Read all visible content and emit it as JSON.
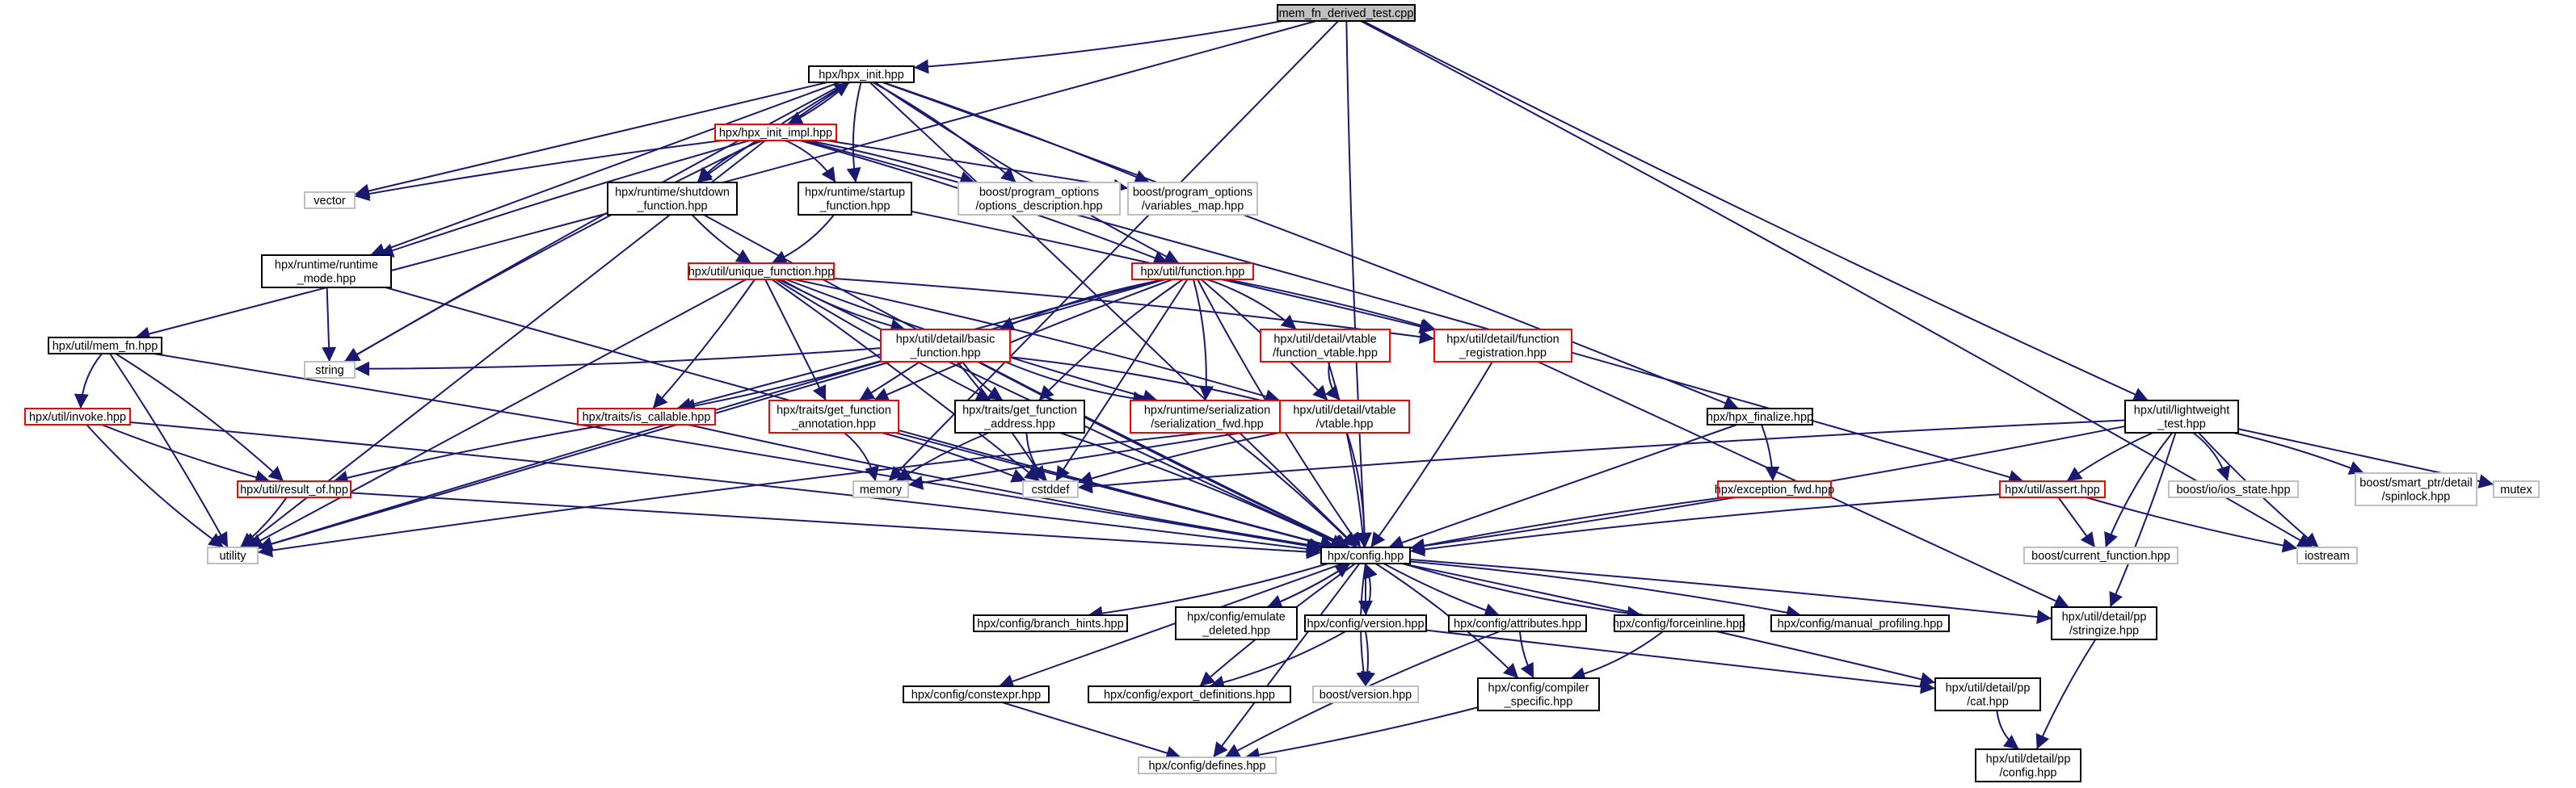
{
  "title": "mem_fn_derived_test.cpp",
  "colors": {
    "edge": "#191970",
    "root_fill": "#bfbfbf",
    "normal_border": "#000000",
    "incomplete_border": "#ff0000",
    "external_border": "#bfbfbf"
  },
  "nodes": [
    {
      "id": "root",
      "style": "root",
      "lines": [
        "mem_fn_derived_test.cpp"
      ]
    },
    {
      "id": "hpx_init",
      "style": "normal",
      "lines": [
        "hpx/hpx_init.hpp"
      ]
    },
    {
      "id": "hpx_init_impl",
      "style": "incomplete",
      "lines": [
        "hpx/hpx_init_impl.hpp"
      ]
    },
    {
      "id": "vector",
      "style": "external",
      "lines": [
        "vector"
      ]
    },
    {
      "id": "shutdown_function",
      "style": "normal",
      "lines": [
        "hpx/runtime/shutdown",
        "_function.hpp"
      ]
    },
    {
      "id": "startup_function",
      "style": "normal",
      "lines": [
        "hpx/runtime/startup",
        "_function.hpp"
      ]
    },
    {
      "id": "options_description",
      "style": "external",
      "lines": [
        "boost/program_options",
        "/options_description.hpp"
      ]
    },
    {
      "id": "variables_map",
      "style": "external",
      "lines": [
        "boost/program_options",
        "/variables_map.hpp"
      ]
    },
    {
      "id": "runtime_mode",
      "style": "normal",
      "lines": [
        "hpx/runtime/runtime",
        "_mode.hpp"
      ]
    },
    {
      "id": "unique_function",
      "style": "incomplete",
      "lines": [
        "hpx/util/unique_function.hpp"
      ]
    },
    {
      "id": "function",
      "style": "incomplete",
      "lines": [
        "hpx/util/function.hpp"
      ]
    },
    {
      "id": "mem_fn",
      "style": "normal",
      "lines": [
        "hpx/util/mem_fn.hpp"
      ]
    },
    {
      "id": "basic_function",
      "style": "incomplete",
      "lines": [
        "hpx/util/detail/basic",
        "_function.hpp"
      ]
    },
    {
      "id": "function_vtable",
      "style": "incomplete",
      "lines": [
        "hpx/util/detail/vtable",
        "/function_vtable.hpp"
      ]
    },
    {
      "id": "function_registration",
      "style": "incomplete",
      "lines": [
        "hpx/util/detail/function",
        "_registration.hpp"
      ]
    },
    {
      "id": "string",
      "style": "external",
      "lines": [
        "string"
      ]
    },
    {
      "id": "is_callable",
      "style": "incomplete",
      "lines": [
        "hpx/traits/is_callable.hpp"
      ]
    },
    {
      "id": "get_function_annotation",
      "style": "incomplete",
      "lines": [
        "hpx/traits/get_function",
        "_annotation.hpp"
      ]
    },
    {
      "id": "get_function_address",
      "style": "normal",
      "lines": [
        "hpx/traits/get_function",
        "_address.hpp"
      ]
    },
    {
      "id": "serialization_fwd",
      "style": "incomplete",
      "lines": [
        "hpx/runtime/serialization",
        "/serialization_fwd.hpp"
      ]
    },
    {
      "id": "vtable",
      "style": "incomplete",
      "lines": [
        "hpx/util/detail/vtable",
        "/vtable.hpp"
      ]
    },
    {
      "id": "hpx_finalize",
      "style": "normal",
      "lines": [
        "hpx/hpx_finalize.hpp"
      ]
    },
    {
      "id": "lightweight_test",
      "style": "normal",
      "lines": [
        "hpx/util/lightweight",
        "_test.hpp"
      ]
    },
    {
      "id": "invoke",
      "style": "incomplete",
      "lines": [
        "hpx/util/invoke.hpp"
      ]
    },
    {
      "id": "result_of",
      "style": "incomplete",
      "lines": [
        "hpx/util/result_of.hpp"
      ]
    },
    {
      "id": "memory",
      "style": "external",
      "lines": [
        "memory"
      ]
    },
    {
      "id": "cstddef",
      "style": "external",
      "lines": [
        "cstddef"
      ]
    },
    {
      "id": "exception_fwd",
      "style": "incomplete",
      "lines": [
        "hpx/exception_fwd.hpp"
      ]
    },
    {
      "id": "assert",
      "style": "incomplete",
      "lines": [
        "hpx/util/assert.hpp"
      ]
    },
    {
      "id": "ios_state",
      "style": "external",
      "lines": [
        "boost/io/ios_state.hpp"
      ]
    },
    {
      "id": "spinlock",
      "style": "external",
      "lines": [
        "boost/smart_ptr/detail",
        "/spinlock.hpp"
      ]
    },
    {
      "id": "mutex",
      "style": "external",
      "lines": [
        "mutex"
      ]
    },
    {
      "id": "utility",
      "style": "external",
      "lines": [
        "utility"
      ]
    },
    {
      "id": "config",
      "style": "normal",
      "lines": [
        "hpx/config.hpp"
      ]
    },
    {
      "id": "current_function",
      "style": "external",
      "lines": [
        "boost/current_function.hpp"
      ]
    },
    {
      "id": "iostream",
      "style": "external",
      "lines": [
        "iostream"
      ]
    },
    {
      "id": "branch_hints",
      "style": "normal",
      "lines": [
        "hpx/config/branch_hints.hpp"
      ]
    },
    {
      "id": "emulate_deleted",
      "style": "normal",
      "lines": [
        "hpx/config/emulate",
        "_deleted.hpp"
      ]
    },
    {
      "id": "config_version",
      "style": "normal",
      "lines": [
        "hpx/config/version.hpp"
      ]
    },
    {
      "id": "attributes",
      "style": "normal",
      "lines": [
        "hpx/config/attributes.hpp"
      ]
    },
    {
      "id": "forceinline",
      "style": "normal",
      "lines": [
        "hpx/config/forceinline.hpp"
      ]
    },
    {
      "id": "manual_profiling",
      "style": "normal",
      "lines": [
        "hpx/config/manual_profiling.hpp"
      ]
    },
    {
      "id": "stringize",
      "style": "normal",
      "lines": [
        "hpx/util/detail/pp",
        "/stringize.hpp"
      ]
    },
    {
      "id": "constexpr",
      "style": "normal",
      "lines": [
        "hpx/config/constexpr.hpp"
      ]
    },
    {
      "id": "export_definitions",
      "style": "normal",
      "lines": [
        "hpx/config/export_definitions.hpp"
      ]
    },
    {
      "id": "boost_version",
      "style": "external",
      "lines": [
        "boost/version.hpp"
      ]
    },
    {
      "id": "compiler_specific",
      "style": "normal",
      "lines": [
        "hpx/config/compiler",
        "_specific.hpp"
      ]
    },
    {
      "id": "pp_cat",
      "style": "normal",
      "lines": [
        "hpx/util/detail/pp",
        "/cat.hpp"
      ]
    },
    {
      "id": "defines",
      "style": "external",
      "lines": [
        "hpx/config/defines.hpp"
      ]
    },
    {
      "id": "pp_config",
      "style": "normal",
      "lines": [
        "hpx/util/detail/pp",
        "/config.hpp"
      ]
    }
  ],
  "edges": [
    [
      "root",
      "hpx_init"
    ],
    [
      "root",
      "mem_fn"
    ],
    [
      "root",
      "memory"
    ],
    [
      "root",
      "config"
    ],
    [
      "root",
      "lightweight_test"
    ],
    [
      "root",
      "iostream"
    ],
    [
      "hpx_init",
      "hpx_init_impl"
    ],
    [
      "hpx_init",
      "vector"
    ],
    [
      "hpx_init",
      "shutdown_function"
    ],
    [
      "hpx_init",
      "startup_function"
    ],
    [
      "hpx_init",
      "options_description"
    ],
    [
      "hpx_init",
      "variables_map"
    ],
    [
      "hpx_init",
      "runtime_mode"
    ],
    [
      "hpx_init",
      "string"
    ],
    [
      "hpx_init",
      "function"
    ],
    [
      "hpx_init",
      "hpx_finalize"
    ],
    [
      "hpx_init",
      "config"
    ],
    [
      "hpx_init_impl",
      "hpx_init"
    ],
    [
      "hpx_init_impl",
      "vector"
    ],
    [
      "hpx_init_impl",
      "shutdown_function"
    ],
    [
      "hpx_init_impl",
      "startup_function"
    ],
    [
      "hpx_init_impl",
      "options_description"
    ],
    [
      "hpx_init_impl",
      "variables_map"
    ],
    [
      "hpx_init_impl",
      "runtime_mode"
    ],
    [
      "hpx_init_impl",
      "string"
    ],
    [
      "hpx_init_impl",
      "function"
    ],
    [
      "hpx_init_impl",
      "assert"
    ],
    [
      "hpx_init_impl",
      "utility"
    ],
    [
      "shutdown_function",
      "unique_function"
    ],
    [
      "shutdown_function",
      "config"
    ],
    [
      "startup_function",
      "unique_function"
    ],
    [
      "startup_function",
      "function_registration"
    ],
    [
      "runtime_mode",
      "string"
    ],
    [
      "runtime_mode",
      "config"
    ],
    [
      "unique_function",
      "basic_function"
    ],
    [
      "unique_function",
      "function_registration"
    ],
    [
      "unique_function",
      "is_callable"
    ],
    [
      "unique_function",
      "get_function_annotation"
    ],
    [
      "unique_function",
      "get_function_address"
    ],
    [
      "unique_function",
      "serialization_fwd"
    ],
    [
      "unique_function",
      "vtable"
    ],
    [
      "unique_function",
      "cstddef"
    ],
    [
      "unique_function",
      "utility"
    ],
    [
      "unique_function",
      "config"
    ],
    [
      "function",
      "basic_function"
    ],
    [
      "function",
      "function_vtable"
    ],
    [
      "function",
      "function_registration"
    ],
    [
      "function",
      "is_callable"
    ],
    [
      "function",
      "get_function_annotation"
    ],
    [
      "function",
      "get_function_address"
    ],
    [
      "function",
      "serialization_fwd"
    ],
    [
      "function",
      "vtable"
    ],
    [
      "function",
      "cstddef"
    ],
    [
      "function",
      "utility"
    ],
    [
      "function",
      "config"
    ],
    [
      "basic_function",
      "string"
    ],
    [
      "basic_function",
      "is_callable"
    ],
    [
      "basic_function",
      "get_function_annotation"
    ],
    [
      "basic_function",
      "get_function_address"
    ],
    [
      "basic_function",
      "serialization_fwd"
    ],
    [
      "basic_function",
      "vtable"
    ],
    [
      "basic_function",
      "cstddef"
    ],
    [
      "basic_function",
      "utility"
    ],
    [
      "basic_function",
      "config"
    ],
    [
      "function_vtable",
      "vtable"
    ],
    [
      "function_vtable",
      "config"
    ],
    [
      "function_registration",
      "config"
    ],
    [
      "function_registration",
      "stringize"
    ],
    [
      "is_callable",
      "result_of"
    ],
    [
      "is_callable",
      "config"
    ],
    [
      "get_function_annotation",
      "memory"
    ],
    [
      "get_function_annotation",
      "cstddef"
    ],
    [
      "get_function_annotation",
      "config"
    ],
    [
      "get_function_address",
      "memory"
    ],
    [
      "get_function_address",
      "cstddef"
    ],
    [
      "get_function_address",
      "config"
    ],
    [
      "serialization_fwd",
      "config"
    ],
    [
      "vtable",
      "memory"
    ],
    [
      "vtable",
      "cstddef"
    ],
    [
      "vtable",
      "utility"
    ],
    [
      "vtable",
      "config"
    ],
    [
      "hpx_finalize",
      "exception_fwd"
    ],
    [
      "hpx_finalize",
      "config"
    ],
    [
      "exception_fwd",
      "config"
    ],
    [
      "mem_fn",
      "invoke"
    ],
    [
      "mem_fn",
      "result_of"
    ],
    [
      "mem_fn",
      "utility"
    ],
    [
      "mem_fn",
      "config"
    ],
    [
      "invoke",
      "result_of"
    ],
    [
      "invoke",
      "utility"
    ],
    [
      "invoke",
      "config"
    ],
    [
      "result_of",
      "utility"
    ],
    [
      "result_of",
      "config"
    ],
    [
      "lightweight_test",
      "assert"
    ],
    [
      "lightweight_test",
      "current_function"
    ],
    [
      "lightweight_test",
      "ios_state"
    ],
    [
      "lightweight_test",
      "spinlock"
    ],
    [
      "lightweight_test",
      "mutex"
    ],
    [
      "lightweight_test",
      "iostream"
    ],
    [
      "lightweight_test",
      "cstddef"
    ],
    [
      "lightweight_test",
      "config"
    ],
    [
      "lightweight_test",
      "stringize"
    ],
    [
      "assert",
      "current_function"
    ],
    [
      "assert",
      "iostream"
    ],
    [
      "assert",
      "config"
    ],
    [
      "config",
      "branch_hints"
    ],
    [
      "config",
      "emulate_deleted"
    ],
    [
      "config",
      "config_version"
    ],
    [
      "config",
      "attributes"
    ],
    [
      "config",
      "forceinline"
    ],
    [
      "config",
      "manual_profiling"
    ],
    [
      "config",
      "stringize"
    ],
    [
      "config",
      "constexpr"
    ],
    [
      "config",
      "export_definitions"
    ],
    [
      "config",
      "boost_version"
    ],
    [
      "config",
      "compiler_specific"
    ],
    [
      "config",
      "pp_cat"
    ],
    [
      "config",
      "defines"
    ],
    [
      "emulate_deleted",
      "config"
    ],
    [
      "config_version",
      "config"
    ],
    [
      "config_version",
      "export_definitions"
    ],
    [
      "config_version",
      "boost_version"
    ],
    [
      "config_version",
      "pp_cat"
    ],
    [
      "attributes",
      "compiler_specific"
    ],
    [
      "attributes",
      "defines"
    ],
    [
      "forceinline",
      "compiler_specific"
    ],
    [
      "compiler_specific",
      "defines"
    ],
    [
      "constexpr",
      "defines"
    ],
    [
      "stringize",
      "pp_config"
    ],
    [
      "pp_cat",
      "pp_config"
    ]
  ]
}
